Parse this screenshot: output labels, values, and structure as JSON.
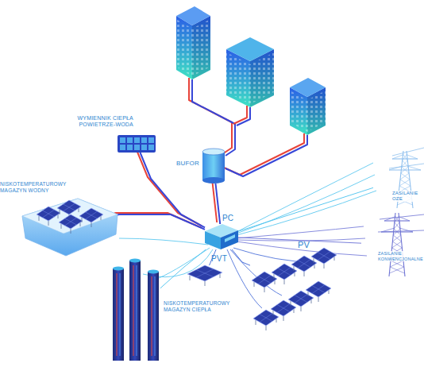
{
  "diagram": {
    "nodes": [
      {
        "text": [
          "WYMIENNIK CIEPŁA POWIETRZE-WODA"
        ]
      },
      {
        "text": [
          "BUFOR"
        ]
      },
      {
        "text": [
          "NISKOTEMPERATUROWY MAGAZYN WODNY"
        ]
      },
      {
        "text": [
          "PC"
        ]
      },
      {
        "text": [
          "PVT"
        ]
      },
      {
        "text": [
          "PV"
        ]
      },
      {
        "text": [
          "NISKOTEMPERATUROWY MAGAZYN CIEPŁA"
        ]
      },
      {
        "text": [
          "ZASILANIE OZE"
        ]
      },
      {
        "text": [
          "ZASILANIE KONWENCJONALNE"
        ]
      }
    ],
    "edges": [
      {
        "from": 3,
        "to": 0,
        "arrow": "none"
      },
      {
        "from": 3,
        "to": 1,
        "arrow": "none"
      },
      {
        "from": 3,
        "to": 2,
        "arrow": "none"
      },
      {
        "from": 3,
        "to": 4,
        "arrow": "none"
      },
      {
        "from": 3,
        "to": 5,
        "arrow": "none"
      },
      {
        "from": 3,
        "to": 6,
        "arrow": "none"
      },
      {
        "from": 3,
        "to": 7,
        "arrow": "none"
      },
      {
        "from": 3,
        "to": 8,
        "arrow": "none"
      }
    ]
  }
}
